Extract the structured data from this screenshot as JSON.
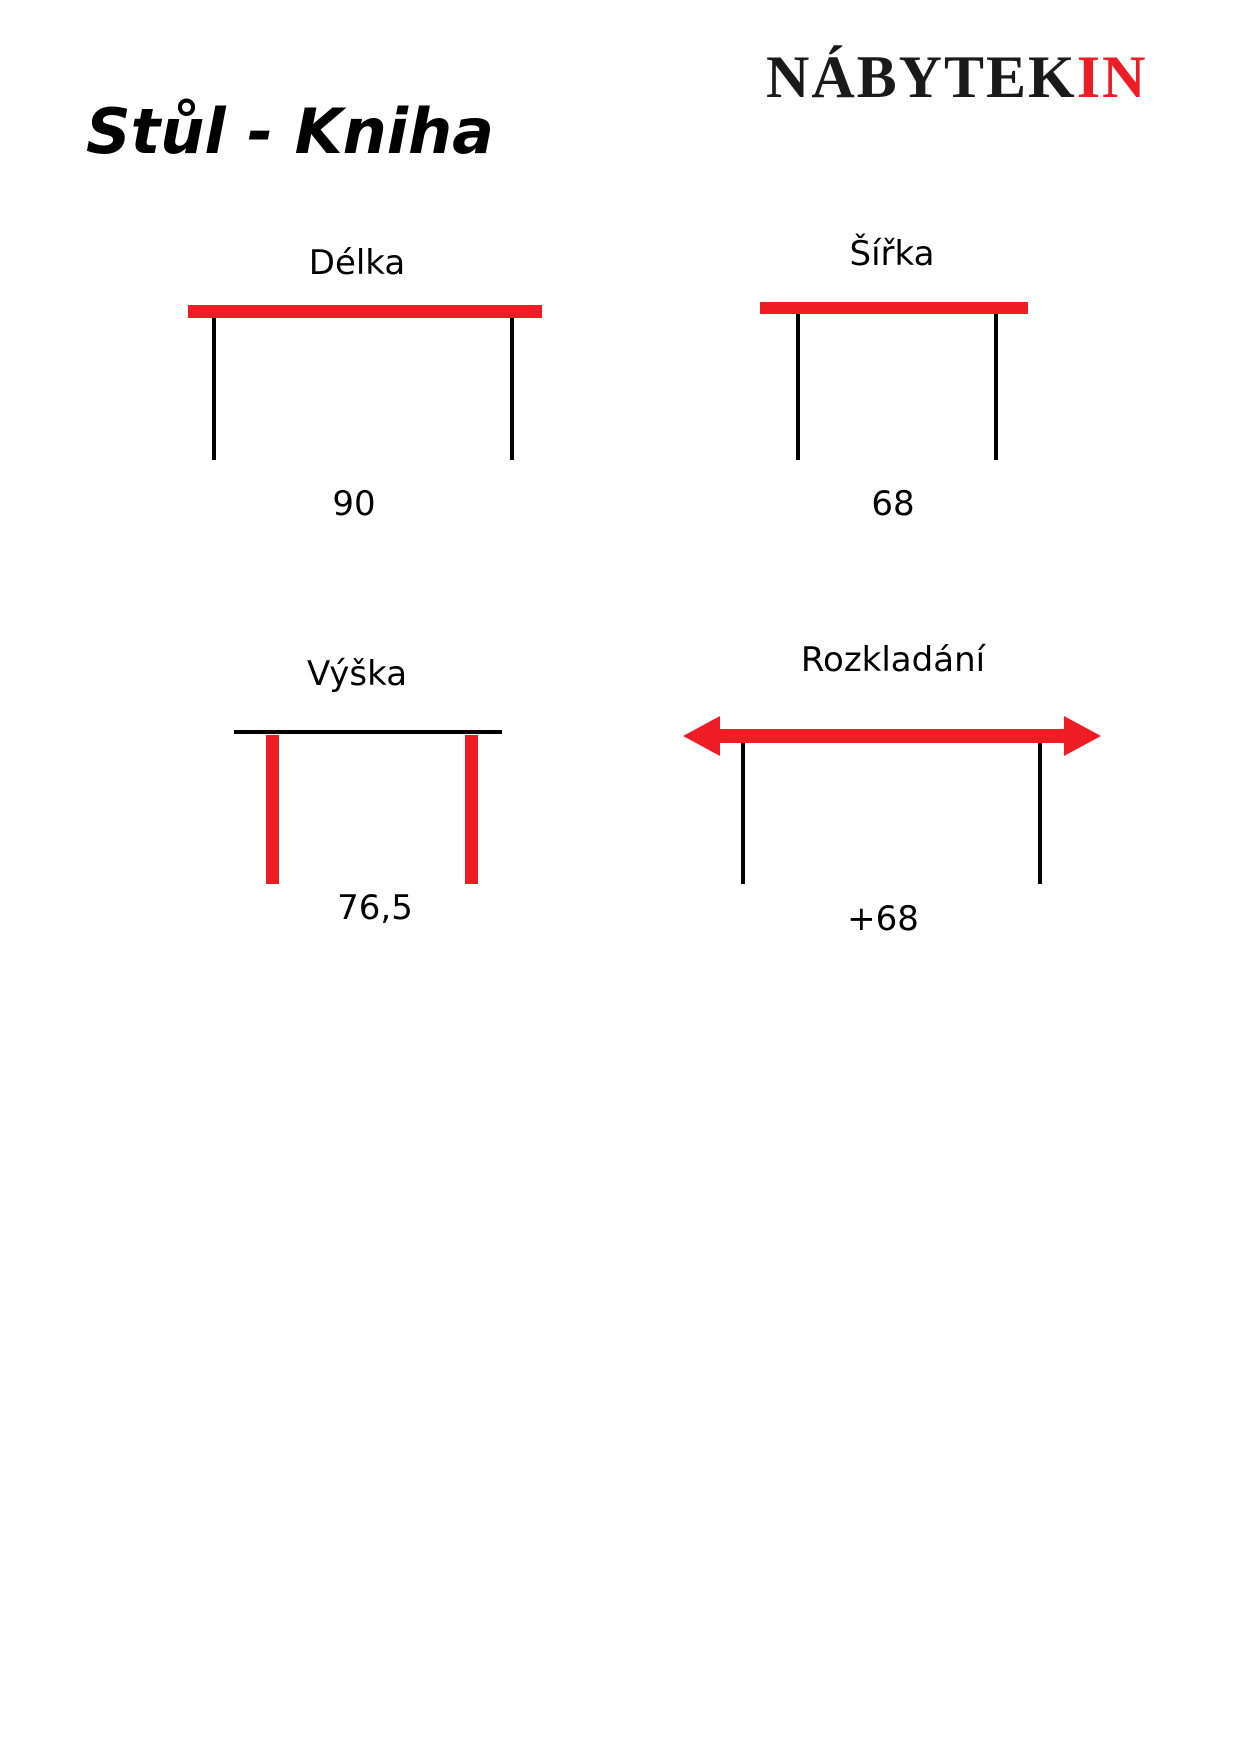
{
  "header": {
    "logo_dark": "NÁBYTEK",
    "logo_red": "IN",
    "title": "Stůl - Kniha"
  },
  "dimensions": {
    "length": {
      "label": "Délka",
      "value": "90"
    },
    "width": {
      "label": "Šířka",
      "value": "68"
    },
    "height": {
      "label": "Výška",
      "value": "76,5"
    },
    "extension": {
      "label": "Rozkladání",
      "value": "+68"
    }
  },
  "colors": {
    "accent": "#ee1c24",
    "line": "#000000",
    "background": "#ffffff"
  }
}
